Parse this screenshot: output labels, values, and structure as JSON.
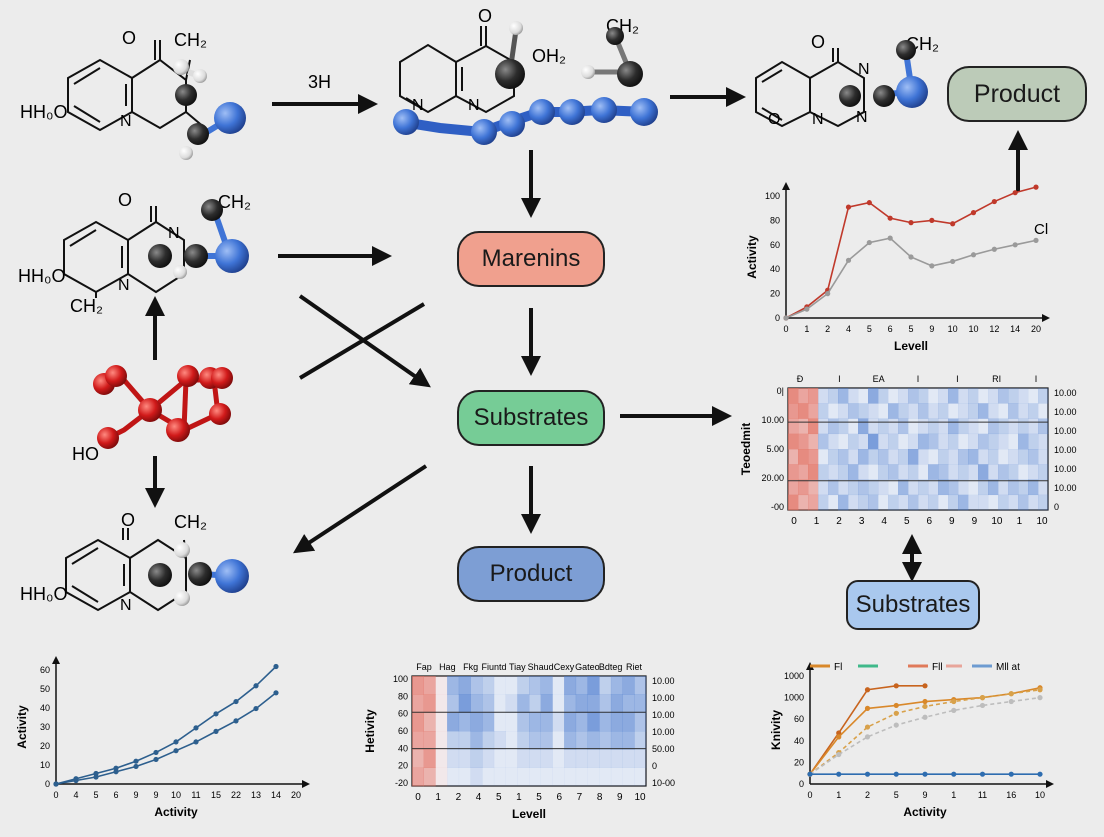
{
  "nodes": {
    "product_top": "Product",
    "marenins": "Marenins",
    "substrates": "Substrates",
    "product": "Product",
    "substrates2": "Substrates"
  },
  "molecules": {
    "m1": {
      "ketone": "O",
      "ch": "CH₂",
      "n": "N",
      "hydroxyl": "HH₀O"
    },
    "m2": {
      "ketone": "O",
      "oh": "OH₂",
      "n1": "N",
      "n2": "N",
      "ch": "CH₂"
    },
    "m3": {
      "ketone": "O",
      "ch": "CH₂",
      "n1": "N",
      "n2": "N",
      "n3": "N",
      "o": "O"
    },
    "m4": {
      "ketone": "O",
      "ch": "CH₂",
      "n1": "N",
      "n2": "N",
      "hydroxyl": "HH₀O",
      "ch_low": "CH₂"
    },
    "m5": {
      "ho": "HO"
    },
    "m6": {
      "ketone": "O",
      "ch": "CH₂",
      "n": "N",
      "hydroxyl": "HH₀O"
    }
  },
  "arrow_label_3h": "3H",
  "line_chart_top": {
    "label_cl": "Cl",
    "chart_data": {
      "type": "line",
      "xlabel": "Levell",
      "ylabel": "Activity",
      "x_ticks": [
        "0",
        "1",
        "2",
        "4",
        "5",
        "6",
        "5",
        "9",
        "10",
        "10",
        "12",
        "14",
        "20"
      ],
      "y_ticks": [
        "0",
        "20",
        "40",
        "60",
        "80",
        "100"
      ],
      "ylim": [
        0,
        110
      ],
      "series": [
        {
          "color": "#c0392b",
          "values": [
            0,
            10,
            25,
            100,
            104,
            90,
            86,
            88,
            85,
            95,
            105,
            113,
            118
          ]
        },
        {
          "color": "#9a9a9a",
          "values": [
            0,
            8,
            22,
            52,
            68,
            72,
            55,
            47,
            51,
            57,
            62,
            66,
            70
          ]
        }
      ]
    }
  },
  "heatmap_top": {
    "ylabel": "Teoedmit",
    "header": [
      "Đ",
      "I",
      "EA",
      "I",
      "I",
      "RI",
      "I"
    ],
    "left_ticks": [
      "0|",
      "10.00",
      "5.00",
      "20.00",
      "-00"
    ],
    "right_ticks": [
      "10.00",
      "10.00",
      "10.00",
      "10.00",
      "10.00",
      "10.00",
      "0"
    ],
    "x_ticks": [
      "0",
      "1",
      "2",
      "3",
      "4",
      "5",
      "6",
      "9",
      "9",
      "10",
      "1",
      "10"
    ],
    "chart_data": {
      "type": "heatmap",
      "rows": 8,
      "cols": 26,
      "values": [
        [
          0.8,
          0.6,
          0.7,
          0.2,
          0.3,
          0.5,
          0.2,
          0.1,
          0.6,
          0.3,
          0.1,
          0.2,
          0.4,
          0.3,
          0.1,
          0.2,
          0.5,
          0.2,
          0.3,
          0.1,
          0.2,
          0.4,
          0.3,
          0.2,
          0.1,
          0.3
        ],
        [
          0.7,
          0.8,
          0.6,
          0.3,
          0.1,
          0.2,
          0.4,
          0.3,
          0.2,
          0.1,
          0.5,
          0.3,
          0.2,
          0.4,
          0.2,
          0.3,
          0.1,
          0.2,
          0.3,
          0.5,
          0.2,
          0.1,
          0.4,
          0.2,
          0.3,
          0.1
        ],
        [
          0.6,
          0.5,
          0.8,
          0.2,
          0.4,
          0.3,
          0.1,
          0.6,
          0.2,
          0.3,
          0.2,
          0.4,
          0.1,
          0.2,
          0.3,
          0.2,
          0.5,
          0.3,
          0.2,
          0.1,
          0.4,
          0.3,
          0.2,
          0.3,
          0.2,
          0.4
        ],
        [
          0.8,
          0.7,
          0.5,
          0.4,
          0.2,
          0.1,
          0.3,
          0.2,
          0.7,
          0.2,
          0.3,
          0.1,
          0.2,
          0.5,
          0.4,
          0.2,
          0.3,
          0.1,
          0.2,
          0.4,
          0.3,
          0.2,
          0.1,
          0.5,
          0.3,
          0.2
        ],
        [
          0.5,
          0.8,
          0.7,
          0.1,
          0.3,
          0.4,
          0.2,
          0.5,
          0.3,
          0.4,
          0.2,
          0.3,
          0.6,
          0.2,
          0.1,
          0.3,
          0.2,
          0.4,
          0.5,
          0.2,
          0.3,
          0.1,
          0.2,
          0.3,
          0.4,
          0.2
        ],
        [
          0.7,
          0.6,
          0.8,
          0.3,
          0.2,
          0.3,
          0.5,
          0.2,
          0.1,
          0.3,
          0.4,
          0.2,
          0.3,
          0.1,
          0.5,
          0.4,
          0.2,
          0.3,
          0.2,
          0.6,
          0.2,
          0.4,
          0.3,
          0.1,
          0.2,
          0.3
        ],
        [
          0.6,
          0.7,
          0.5,
          0.2,
          0.4,
          0.2,
          0.3,
          0.4,
          0.3,
          0.2,
          0.1,
          0.5,
          0.2,
          0.3,
          0.2,
          0.5,
          0.4,
          0.2,
          0.1,
          0.3,
          0.5,
          0.2,
          0.4,
          0.3,
          0.5,
          0.2
        ],
        [
          0.8,
          0.5,
          0.6,
          0.3,
          0.1,
          0.5,
          0.2,
          0.3,
          0.4,
          0.1,
          0.3,
          0.2,
          0.4,
          0.2,
          0.3,
          0.1,
          0.3,
          0.5,
          0.2,
          0.2,
          0.1,
          0.3,
          0.2,
          0.4,
          0.2,
          0.3
        ]
      ],
      "warm_cols": 3
    }
  },
  "line_chart_bottom_left": {
    "chart_data": {
      "type": "line",
      "xlabel": "Activity",
      "ylabel": "Activity",
      "x_ticks": [
        "0",
        "4",
        "5",
        "6",
        "9",
        "9",
        "10",
        "11",
        "15",
        "22",
        "13",
        "14",
        "20"
      ],
      "y_ticks": [
        "0",
        "10",
        "20",
        "30",
        "40",
        "50",
        "60"
      ],
      "ylim": [
        0,
        65
      ],
      "series": [
        {
          "color": "#2d5f8e",
          "values": [
            0,
            3,
            6,
            9,
            13,
            18,
            24,
            32,
            40,
            47,
            56,
            67,
            null
          ]
        },
        {
          "color": "#2d5f8e",
          "values": [
            0,
            2,
            4,
            7,
            10,
            14,
            19,
            24,
            30,
            36,
            43,
            52,
            null
          ]
        }
      ]
    }
  },
  "heatmap_bottom": {
    "ylabel": "Hetivity",
    "xlabel": "Levell",
    "header": [
      "Fap",
      "Hag",
      "Fkg",
      "Fiuntd",
      "Tiay",
      "Shaud",
      "Cexy",
      "Gateo",
      "Bdteg",
      "Riet"
    ],
    "left_ticks": [
      "100",
      "80",
      "60",
      "60",
      "40",
      "20",
      "-20"
    ],
    "right_ticks": [
      "10.00",
      "10.00",
      "10.00",
      "10.00",
      "50.00",
      "0",
      "10-00"
    ],
    "x_ticks": [
      "0",
      "1",
      "2",
      "4",
      "5",
      "1",
      "5",
      "6",
      "7",
      "8",
      "9",
      "10"
    ],
    "chart_data": {
      "type": "heatmap",
      "rows": 6,
      "cols": 20,
      "values": [
        [
          0.7,
          0.6,
          0.1,
          0.5,
          0.6,
          0.4,
          0.3,
          0.1,
          0.1,
          0.3,
          0.4,
          0.5,
          0.1,
          0.6,
          0.5,
          0.7,
          0.3,
          0.5,
          0.6,
          0.4
        ],
        [
          0.6,
          0.7,
          0.1,
          0.4,
          0.7,
          0.5,
          0.4,
          0.1,
          0.2,
          0.5,
          0.3,
          0.6,
          0.1,
          0.5,
          0.6,
          0.6,
          0.4,
          0.6,
          0.5,
          0.5
        ],
        [
          0.7,
          0.5,
          0.1,
          0.6,
          0.5,
          0.6,
          0.5,
          0.1,
          0.1,
          0.4,
          0.5,
          0.5,
          0.2,
          0.6,
          0.5,
          0.7,
          0.5,
          0.6,
          0.6,
          0.4
        ],
        [
          0.6,
          0.6,
          0.1,
          0.3,
          0.3,
          0.5,
          0.3,
          0.2,
          0.1,
          0.3,
          0.4,
          0.4,
          0.1,
          0.5,
          0.4,
          0.5,
          0.4,
          0.5,
          0.5,
          0.3
        ],
        [
          0.5,
          0.7,
          0.1,
          0.2,
          0.2,
          0.3,
          0.2,
          0.1,
          0.1,
          0.2,
          0.2,
          0.2,
          0.1,
          0.2,
          0.2,
          0.2,
          0.2,
          0.2,
          0.2,
          0.2
        ],
        [
          0.6,
          0.5,
          0.1,
          0.1,
          0.1,
          0.2,
          0.1,
          0.1,
          0.1,
          0.1,
          0.1,
          0.1,
          0.1,
          0.1,
          0.1,
          0.1,
          0.1,
          0.1,
          0.1,
          0.1
        ]
      ],
      "warm_cols": 3
    }
  },
  "line_chart_bottom_right": {
    "legend": [
      "Fl",
      "",
      "Fll",
      "Mll at"
    ],
    "chart_data": {
      "type": "line",
      "xlabel": "Activity",
      "ylabel": "Knivity",
      "x_ticks": [
        "0",
        "1",
        "2",
        "5",
        "9",
        "1",
        "11",
        "16",
        "10"
      ],
      "y_ticks": [
        "0",
        "20",
        "40",
        "60",
        "1000",
        "1000"
      ],
      "ylim": [
        0,
        110
      ],
      "series": [
        {
          "color": "#c8641e",
          "values": [
            10,
            52,
            96,
            100,
            100,
            null,
            null,
            null,
            null
          ]
        },
        {
          "color": "#d9882a",
          "values": [
            10,
            48,
            77,
            80,
            84,
            86,
            88,
            92,
            98
          ]
        },
        {
          "color": "#d8a14a",
          "dashed": true,
          "values": [
            10,
            32,
            58,
            72,
            79,
            84,
            88,
            92,
            96
          ]
        },
        {
          "color": "#bdbdbd",
          "dashed": true,
          "values": [
            10,
            30,
            48,
            60,
            68,
            75,
            80,
            84,
            88
          ]
        },
        {
          "color": "#2e6db0",
          "values": [
            10,
            10,
            10,
            10,
            10,
            10,
            10,
            10,
            10
          ]
        }
      ]
    }
  }
}
